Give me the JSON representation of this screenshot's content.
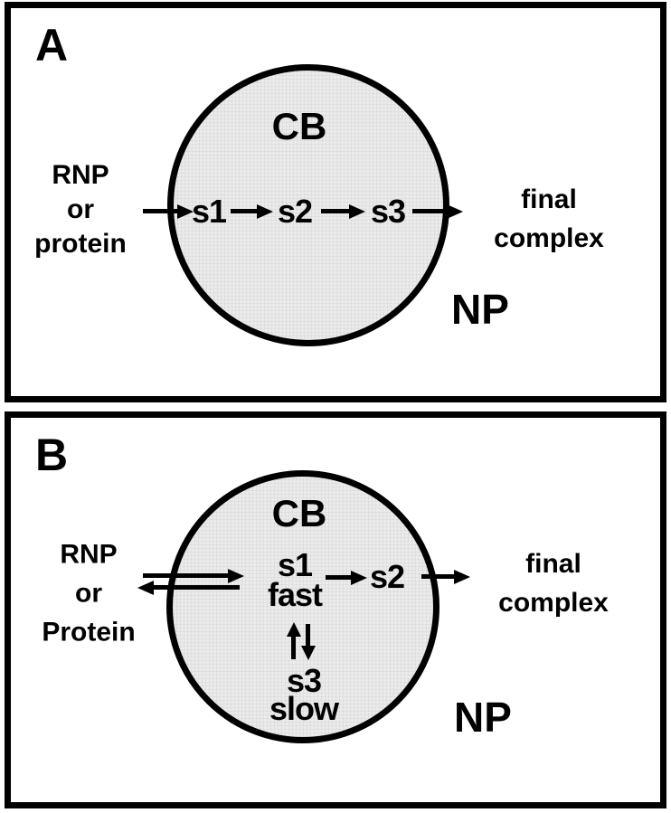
{
  "figure": {
    "description": "Two-panel kinetic model diagram of molecular flux through the CB within the NP"
  },
  "colors": {
    "ink": "#000000",
    "circle_fill": "#ebebeb",
    "panel_background": "#ffffff"
  },
  "panels": [
    {
      "label": "A",
      "compartment": "CB",
      "region": "NP",
      "input": [
        "RNP",
        "or",
        "protein"
      ],
      "states": [
        "s1",
        "s2",
        "s3"
      ],
      "output": [
        "final",
        "complex"
      ]
    },
    {
      "label": "B",
      "compartment": "CB",
      "region": "NP",
      "input": [
        "RNP",
        "or",
        "Protein"
      ],
      "fast_state": {
        "name": "s1",
        "rate": "fast"
      },
      "mid_state": "s2",
      "slow_state": {
        "name": "s3",
        "rate": "slow"
      },
      "output": [
        "final",
        "complex"
      ]
    }
  ]
}
